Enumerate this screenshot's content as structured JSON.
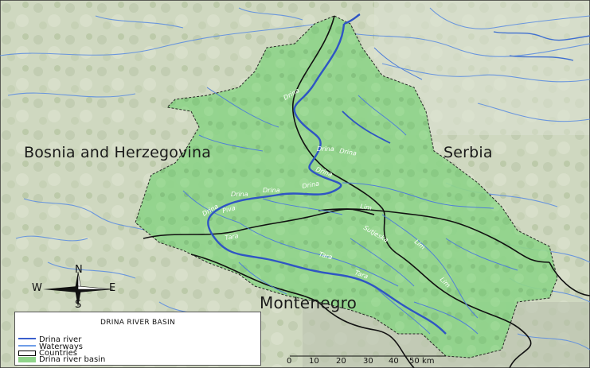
{
  "map": {
    "countries": {
      "bosnia": "Bosnia and Herzegovina",
      "serbia": "Serbia",
      "montenegro": "Montenegro"
    },
    "river_labels": [
      "Drina",
      "Drina",
      "Drina",
      "Drina",
      "Drina",
      "Drina",
      "Drina",
      "Drina",
      "Lim",
      "Piva",
      "Tara",
      "Tara",
      "Tara",
      "Lim",
      "Lim",
      "Sutjeska"
    ]
  },
  "compass": {
    "north": "N",
    "south": "S",
    "east": "E",
    "west": "W"
  },
  "legend": {
    "title": "DRINA RIVER BASIN",
    "items": [
      {
        "label": "Drina river",
        "swatch": "line",
        "color": "#3a5fcd"
      },
      {
        "label": "Waterways",
        "swatch": "line",
        "color": "#6f9ee8"
      },
      {
        "label": "Countries",
        "swatch": "box",
        "color": "#000000"
      },
      {
        "label": "Drina river basin",
        "swatch": "box",
        "color": "#8fd48a"
      }
    ]
  },
  "scale_bar": {
    "ticks": [
      "0",
      "10",
      "20",
      "30",
      "40",
      "50"
    ],
    "unit": "km"
  },
  "colors": {
    "basin_fill": "#8fd48a",
    "river_main": "#2f55c4",
    "waterways": "#5f8fe0",
    "borders": "#1a1a1a",
    "terrain_light": "#cfd9bf",
    "terrain_dark": "#aab99a"
  }
}
